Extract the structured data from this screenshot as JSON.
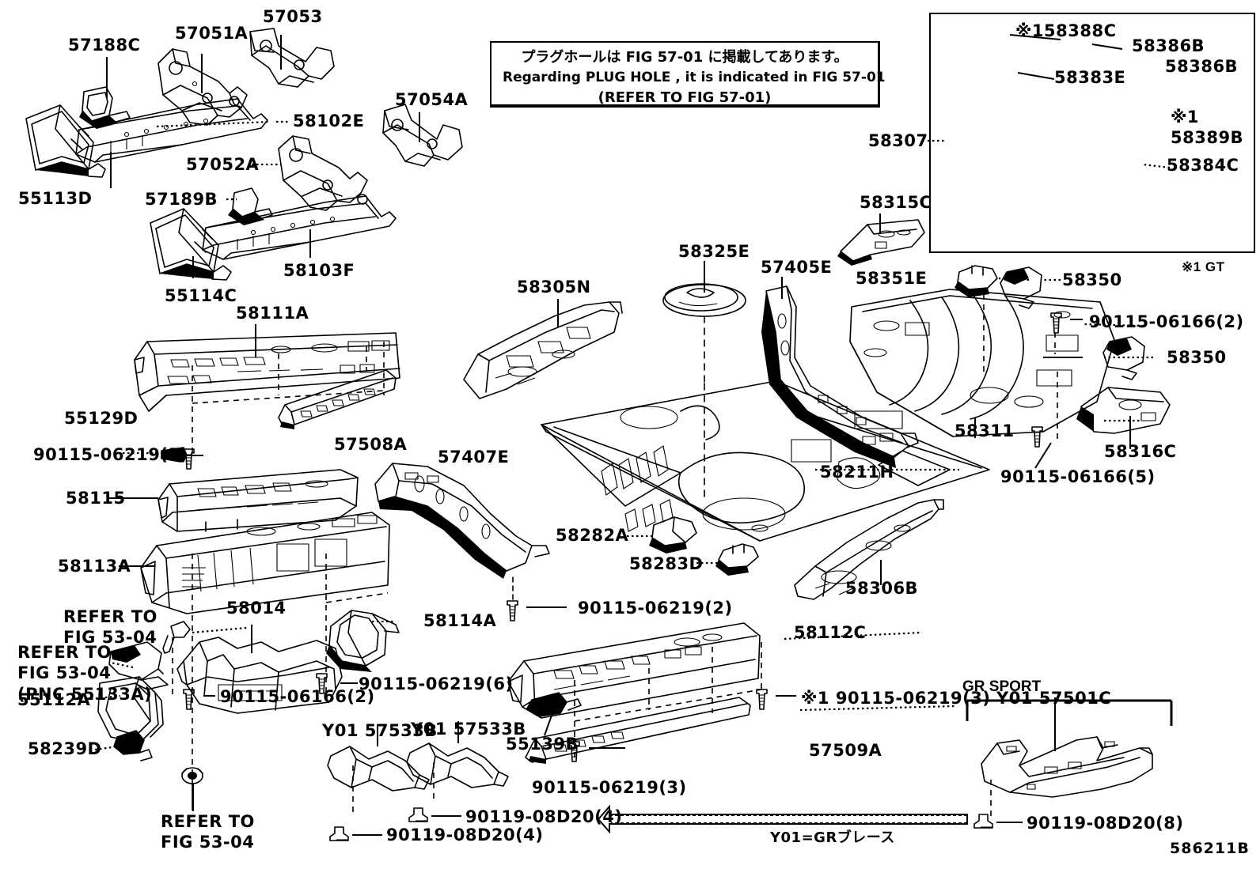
{
  "figure": {
    "drawing_number": "586211B",
    "note_box": {
      "line_jp": "プラグホールは FIG 57-01 に掲載してあります。",
      "line_en": "Regarding  PLUG  HOLE , it is indicated in FIG  57-01",
      "line_ref": "(REFER TO FIG 57-01)"
    },
    "inset_note": "※1 GT",
    "gr_sport_title": "GR SPORT",
    "legend_arrow_note": "Y01=GRブレース"
  },
  "labels": [
    {
      "id": "l-57188c",
      "text": "57188C"
    },
    {
      "id": "l-57051a",
      "text": "57051A"
    },
    {
      "id": "l-57053",
      "text": "57053"
    },
    {
      "id": "l-57054a",
      "text": "57054A"
    },
    {
      "id": "l-58102e",
      "text": "58102E"
    },
    {
      "id": "l-57052a",
      "text": "57052A"
    },
    {
      "id": "l-55113d",
      "text": "55113D"
    },
    {
      "id": "l-57189b",
      "text": "57189B"
    },
    {
      "id": "l-58103f",
      "text": "58103F"
    },
    {
      "id": "l-55114c",
      "text": "55114C"
    },
    {
      "id": "l-58111a",
      "text": "58111A"
    },
    {
      "id": "l-55129d",
      "text": "55129D"
    },
    {
      "id": "l-90115-06219-3a",
      "text": "90115-06219(3)"
    },
    {
      "id": "l-57508a",
      "text": "57508A"
    },
    {
      "id": "l-58115",
      "text": "58115"
    },
    {
      "id": "l-57407e",
      "text": "57407E"
    },
    {
      "id": "l-58113a",
      "text": "58113A"
    },
    {
      "id": "l-58014",
      "text": "58014"
    },
    {
      "id": "l-58114a",
      "text": "58114A"
    },
    {
      "id": "l-90115-06219-2a",
      "text": "90115-06219(2)"
    },
    {
      "id": "l-90115-06219-6",
      "text": "90115-06219(6)"
    },
    {
      "id": "l-90115-06166-2a",
      "text": "90115-06166(2)"
    },
    {
      "id": "l-refer1",
      "text": "REFER TO\nFIG 53-04"
    },
    {
      "id": "l-refer2",
      "text": "REFER TO\nFIG 53-04\n(PNC 55133A)"
    },
    {
      "id": "l-55112a",
      "text": "55112A"
    },
    {
      "id": "l-58239d",
      "text": "58239D"
    },
    {
      "id": "l-refer3",
      "text": "REFER TO\nFIG 53-04"
    },
    {
      "id": "l-y01-57533b-1",
      "text": "Y01 57533B"
    },
    {
      "id": "l-y01-57533b-2",
      "text": "Y01 57533B"
    },
    {
      "id": "l-90119-08d20-4a",
      "text": "90119-08D20(4)"
    },
    {
      "id": "l-90119-08d20-4b",
      "text": "90119-08D20(4)"
    },
    {
      "id": "l-58305n",
      "text": "58305N"
    },
    {
      "id": "l-58325e",
      "text": "58325E"
    },
    {
      "id": "l-57405e",
      "text": "57405E"
    },
    {
      "id": "l-58211h",
      "text": "58211H"
    },
    {
      "id": "l-58282a",
      "text": "58282A"
    },
    {
      "id": "l-58283d",
      "text": "58283D"
    },
    {
      "id": "l-58306b",
      "text": "58306B"
    },
    {
      "id": "l-58112c",
      "text": "58112C"
    },
    {
      "id": "l-55139b",
      "text": "55139B"
    },
    {
      "id": "l-90115-06219-3b",
      "text": "90115-06219(3)"
    },
    {
      "id": "l-x1-90115-06219-3",
      "text": "※1 90115-06219(3)"
    },
    {
      "id": "l-57509a",
      "text": "57509A"
    },
    {
      "id": "l-58315c",
      "text": "58315C"
    },
    {
      "id": "l-58351e",
      "text": "58351E"
    },
    {
      "id": "l-58350a",
      "text": "58350"
    },
    {
      "id": "l-58350b",
      "text": "58350"
    },
    {
      "id": "l-90115-06166-2b",
      "text": "90115-06166(2)"
    },
    {
      "id": "l-90115-06166-5",
      "text": "90115-06166(5)"
    },
    {
      "id": "l-58311",
      "text": "58311"
    },
    {
      "id": "l-58316c",
      "text": "58316C"
    },
    {
      "id": "l-58307",
      "text": "58307"
    },
    {
      "id": "l-x1-58388c",
      "text": "※158388C"
    },
    {
      "id": "l-58386b-1",
      "text": "58386B"
    },
    {
      "id": "l-58386b-2",
      "text": "58386B"
    },
    {
      "id": "l-58383e",
      "text": "58383E"
    },
    {
      "id": "l-x1-58389b",
      "text": "※1\n58389B"
    },
    {
      "id": "l-58384c",
      "text": "58384C"
    },
    {
      "id": "l-y01-57501c",
      "text": "Y01 57501C"
    },
    {
      "id": "l-90119-08d20-8",
      "text": "90119-08D20(8)"
    }
  ]
}
